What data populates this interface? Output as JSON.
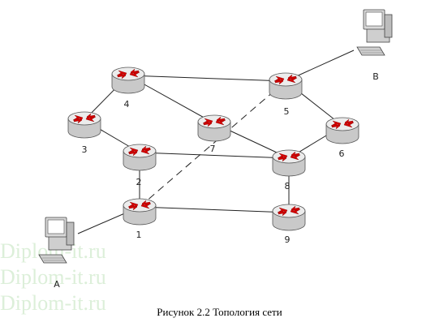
{
  "caption": "Рисунок 2.2 Топология сети",
  "watermark": "Diplom-it.ru",
  "nodes": [
    {
      "id": "1",
      "label": "1"
    },
    {
      "id": "2",
      "label": "2"
    },
    {
      "id": "3",
      "label": "3"
    },
    {
      "id": "4",
      "label": "4"
    },
    {
      "id": "5",
      "label": "5"
    },
    {
      "id": "6",
      "label": "6"
    },
    {
      "id": "7",
      "label": "7"
    },
    {
      "id": "8",
      "label": "8"
    },
    {
      "id": "9",
      "label": "9"
    }
  ],
  "computers": [
    {
      "id": "A",
      "label": "A"
    },
    {
      "id": "B",
      "label": "B"
    }
  ],
  "links": [
    {
      "from": "A",
      "to": "1",
      "style": "solid"
    },
    {
      "from": "1",
      "to": "2",
      "style": "solid"
    },
    {
      "from": "1",
      "to": "9",
      "style": "solid"
    },
    {
      "from": "2",
      "to": "3",
      "style": "solid"
    },
    {
      "from": "2",
      "to": "8",
      "style": "solid"
    },
    {
      "from": "3",
      "to": "4",
      "style": "solid"
    },
    {
      "from": "4",
      "to": "5",
      "style": "solid"
    },
    {
      "from": "4",
      "to": "7",
      "style": "solid"
    },
    {
      "from": "7",
      "to": "8",
      "style": "solid"
    },
    {
      "from": "5",
      "to": "6",
      "style": "solid"
    },
    {
      "from": "6",
      "to": "8",
      "style": "solid"
    },
    {
      "from": "8",
      "to": "9",
      "style": "solid"
    },
    {
      "from": "5",
      "to": "B",
      "style": "solid"
    },
    {
      "from": "1",
      "to": "5",
      "style": "dashed"
    }
  ],
  "colors": {
    "router_top": "#e6e6e6",
    "router_side": "#c8c8c8",
    "router_arrows": "#d40000",
    "line": "#222222",
    "watermark": "#dcefd9"
  }
}
